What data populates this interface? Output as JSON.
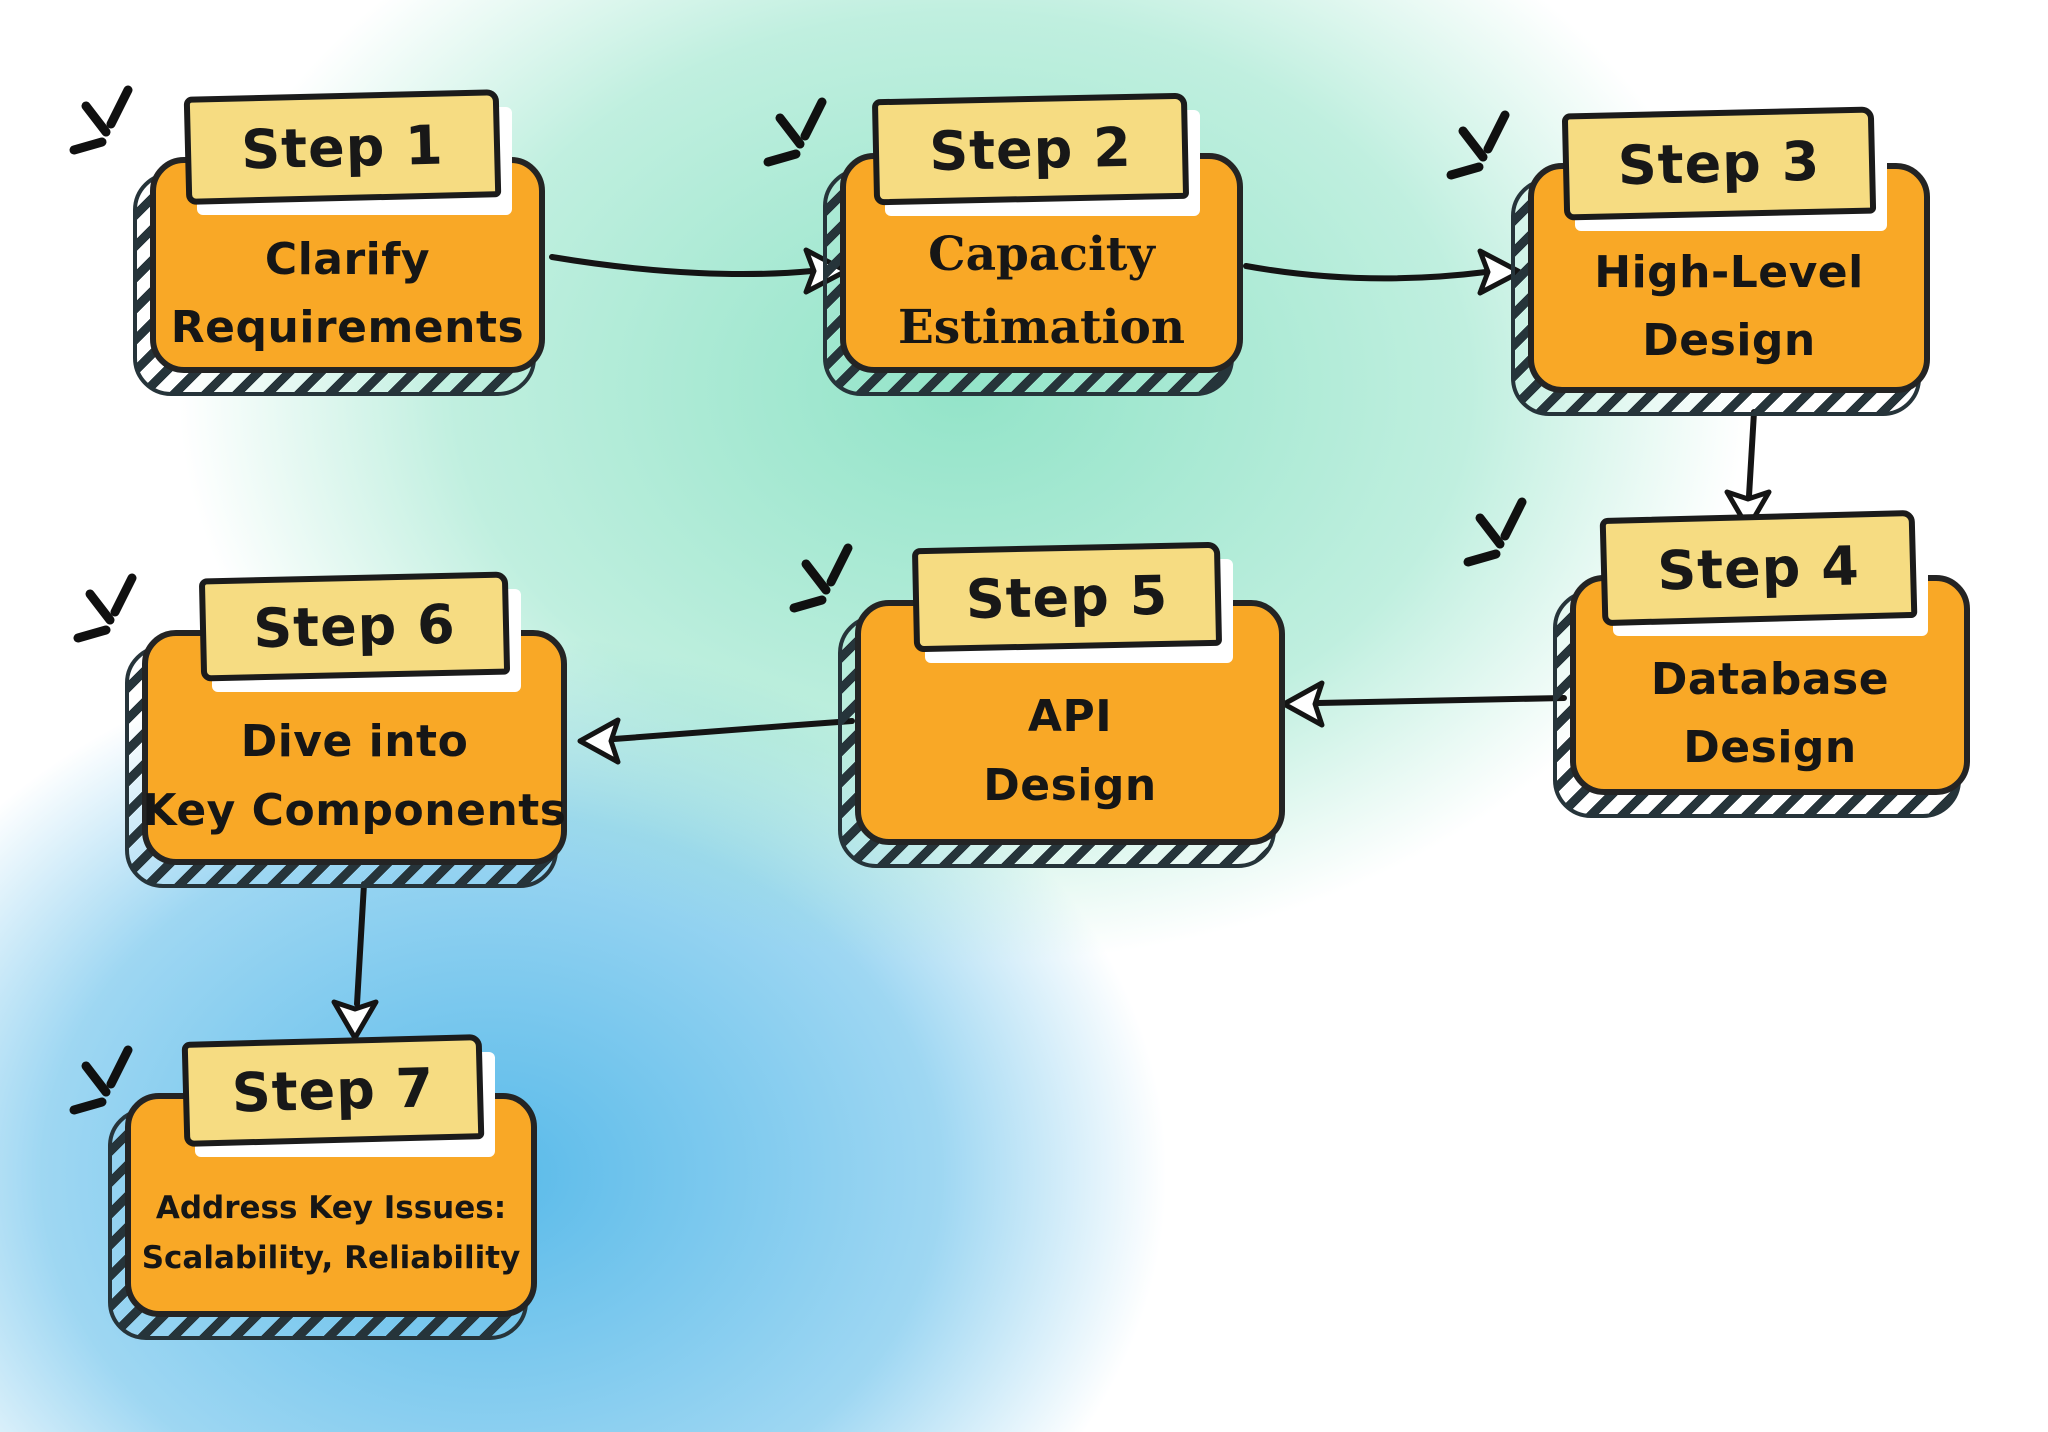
{
  "steps": [
    {
      "id": "step-1",
      "label": "Step 1",
      "line1": "Clarify",
      "line2": "Requirements"
    },
    {
      "id": "step-2",
      "label": "Step 2",
      "line1": "Capacity",
      "line2": "Estimation"
    },
    {
      "id": "step-3",
      "label": "Step 3",
      "line1": "High-Level",
      "line2": "Design"
    },
    {
      "id": "step-4",
      "label": "Step 4",
      "line1": "Database",
      "line2": "Design"
    },
    {
      "id": "step-5",
      "label": "Step 5",
      "line1": "API",
      "line2": "Design"
    },
    {
      "id": "step-6",
      "label": "Step 6",
      "line1": "Dive into",
      "line2": "Key Components"
    },
    {
      "id": "step-7",
      "label": "Step 7",
      "line1": "Address Key Issues:",
      "line2": "Scalability, Reliability"
    }
  ],
  "edges": [
    {
      "from": "step-1",
      "to": "step-2"
    },
    {
      "from": "step-2",
      "to": "step-3"
    },
    {
      "from": "step-3",
      "to": "step-4"
    },
    {
      "from": "step-4",
      "to": "step-5"
    },
    {
      "from": "step-5",
      "to": "step-6"
    },
    {
      "from": "step-6",
      "to": "step-7"
    }
  ],
  "colors": {
    "card_fill": "#F9A826",
    "badge_fill": "#F6DC82",
    "outline": "#1B1B1B",
    "shadow_hatch": "#26343A",
    "bg_teal": "#8CE2C5",
    "bg_blue": "#4FB6E8",
    "bg_base": "#FFFFFF"
  }
}
